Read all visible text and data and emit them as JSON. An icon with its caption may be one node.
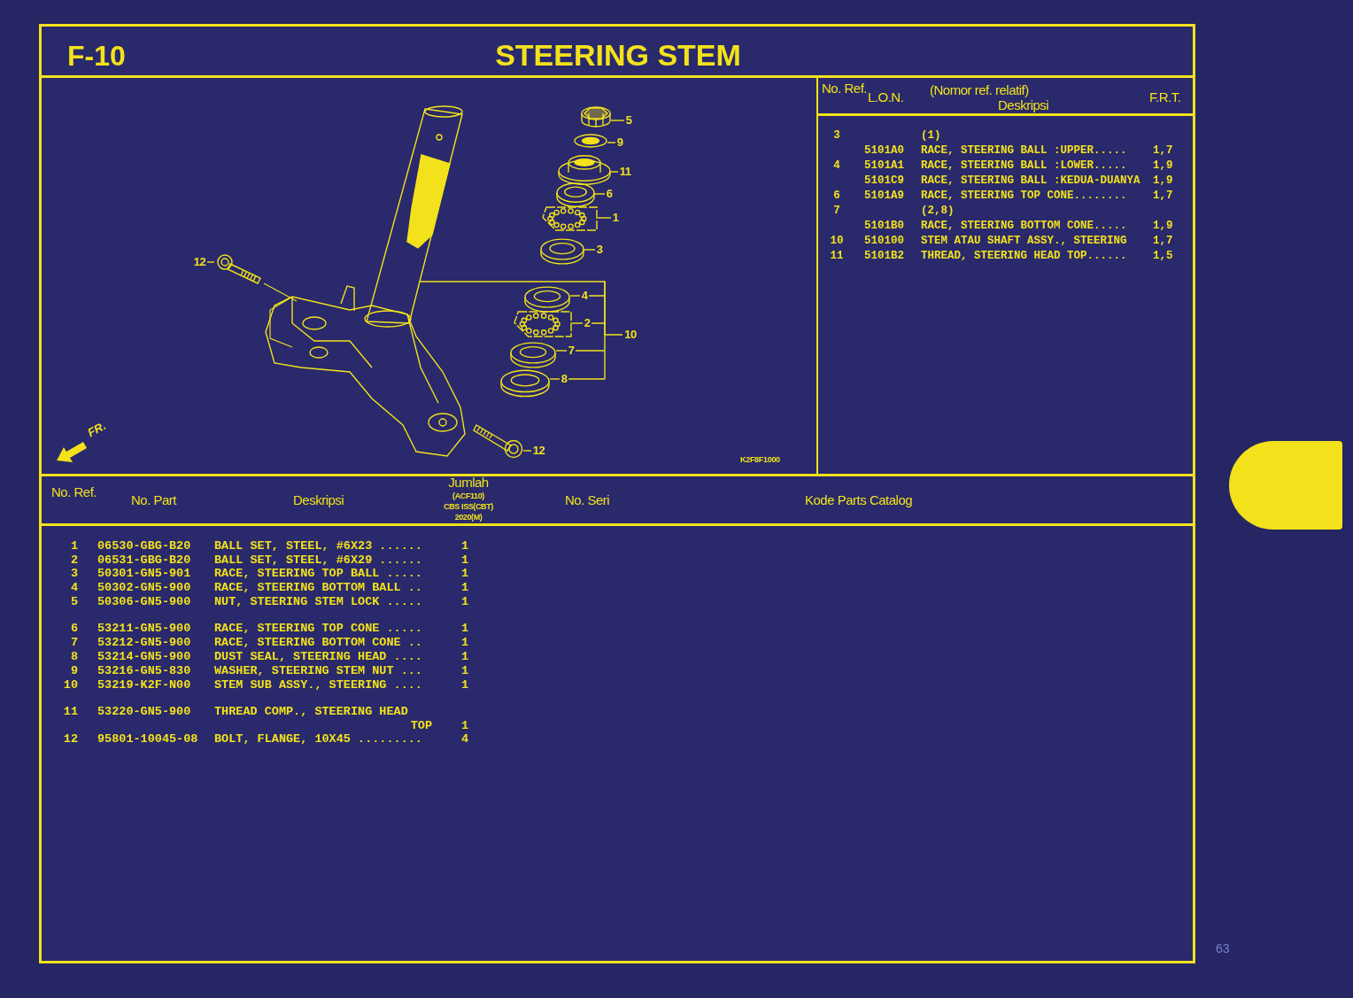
{
  "diagram": {
    "title": "STEERING STEM",
    "nodes": [
      {
        "text": [],
        "shape": "picture"
      },
      {
        "text": [],
        "shape": "picture"
      },
      {
        "text": [],
        "shape": "picture"
      },
      {
        "text": [],
        "shape": "picture"
      },
      {
        "text": [],
        "shape": "picture"
      },
      {
        "text": [],
        "shape": "picture"
      },
      {
        "text": [],
        "shape": "picture"
      },
      {
        "text": [],
        "shape": "picture"
      },
      {
        "text": [],
        "shape": "picture"
      },
      {
        "text": [],
        "shape": "picture"
      },
      {
        "text": [],
        "shape": "picture"
      },
      {
        "text": [],
        "shape": "picture"
      },
      {
        "text": [],
        "shape": "picture"
      },
      {
        "text": [
          "5"
        ]
      },
      {
        "text": [
          "9"
        ]
      },
      {
        "text": [
          "11"
        ]
      },
      {
        "text": [
          "6"
        ]
      },
      {
        "text": [
          "1"
        ]
      },
      {
        "text": [
          "3"
        ]
      },
      {
        "text": [
          "4"
        ]
      },
      {
        "text": [
          "2"
        ]
      },
      {
        "text": [
          "7"
        ]
      },
      {
        "text": [
          "8"
        ]
      },
      {
        "text": [
          "10"
        ]
      },
      {
        "text": [
          "12"
        ]
      },
      {
        "text": [
          "12"
        ]
      }
    ],
    "edges": [
      {
        "from": 13,
        "to": 1,
        "arrow": "none"
      },
      {
        "from": 14,
        "to": 2,
        "arrow": "none"
      },
      {
        "from": 15,
        "to": 3,
        "arrow": "none"
      },
      {
        "from": 16,
        "to": 4,
        "arrow": "none"
      },
      {
        "from": 17,
        "to": 5,
        "arrow": "none"
      },
      {
        "from": 18,
        "to": 6,
        "arrow": "none"
      },
      {
        "from": 19,
        "to": 7,
        "arrow": "none"
      },
      {
        "from": 20,
        "to": 8,
        "arrow": "none"
      },
      {
        "from": 21,
        "to": 9,
        "arrow": "none"
      },
      {
        "from": 22,
        "to": 10,
        "arrow": "none"
      },
      {
        "from": 23,
        "to": 0,
        "arrow": "none"
      },
      {
        "from": 24,
        "to": 11,
        "arrow": "none"
      },
      {
        "from": 25,
        "to": 12,
        "arrow": "none"
      }
    ],
    "labels": [
      "F-10",
      "No. Ref.",
      "L.O.N.",
      "(Nomor ref. relatif)",
      "Deskripsi",
      "F.R.T.",
      "3",
      "(1)",
      "5101A0",
      "RACE, STEERING BALL :UPPER.....",
      "1,7",
      "4",
      "5101A1",
      "RACE, STEERING BALL :LOWER.....",
      "1,9",
      "5101C9",
      "RACE, STEERING BALL :KEDUA-DUANYA",
      "1,9",
      "6",
      "5101A9",
      "RACE, STEERING TOP CONE........",
      "1,7",
      "7",
      "(2,8)",
      "5101B0",
      "RACE, STEERING BOTTOM CONE.....",
      "1,9",
      "10",
      "510100",
      "STEM ATAU SHAFT ASSY., STEERING",
      "1,7",
      "11",
      "5101B2",
      "THREAD, STEERING HEAD TOP......",
      "1,5",
      "FR.",
      "K2F8F1000",
      "No. Ref.",
      "No. Part",
      "Deskripsi",
      "Jumlah",
      "(ACF110)",
      "CBS ISS(CBT)",
      "2020(M)",
      "No. Seri",
      "Kode Parts Catalog",
      "1",
      "06530-GBG-B20",
      "BALL SET, STEEL, #6X23 ......",
      "1",
      "2",
      "06531-GBG-B20",
      "BALL SET, STEEL, #6X29 ......",
      "1",
      "3",
      "50301-GN5-901",
      "RACE, STEERING TOP BALL .....",
      "1",
      "4",
      "50302-GN5-900",
      "RACE, STEERING BOTTOM BALL ..",
      "1",
      "5",
      "50306-GN5-900",
      "NUT, STEERING STEM LOCK .....",
      "1",
      "6",
      "53211-GN5-900",
      "RACE, STEERING TOP CONE .....",
      "1",
      "7",
      "53212-GN5-900",
      "RACE, STEERING BOTTOM CONE ..",
      "1",
      "8",
      "53214-GN5-900",
      "DUST SEAL, STEERING HEAD ....",
      "1",
      "9",
      "53216-GN5-830",
      "WASHER, STEERING STEM NUT ...",
      "1",
      "10",
      "53219-K2F-N00",
      "STEM SUB ASSY., STEERING ....",
      "1",
      "11",
      "53220-GN5-900",
      "THREAD COMP., STEERING HEAD",
      "TOP",
      "1",
      "12",
      "95801-10045-08",
      "BOLT, FLANGE, 10X45 .........",
      "4",
      "63"
    ]
  }
}
